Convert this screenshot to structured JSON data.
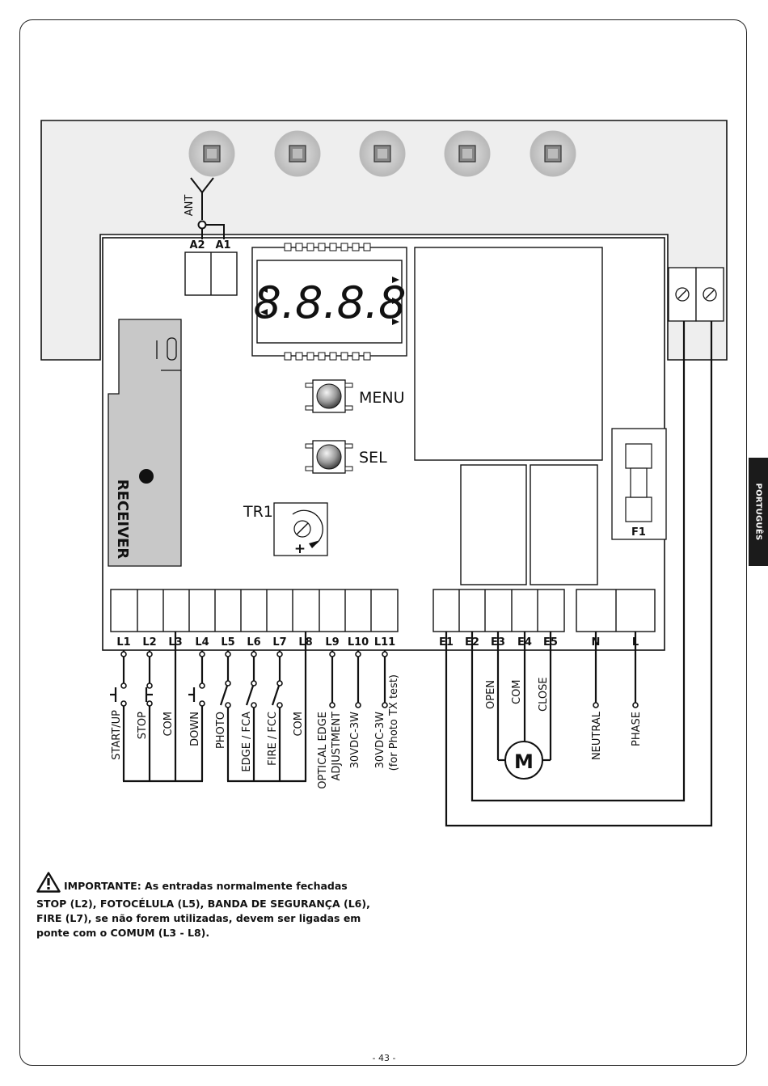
{
  "side_tab": "PORTUGUÊS",
  "antenna_label": "ANT",
  "antenna_terminals": [
    "A2",
    "A1"
  ],
  "display_digits": "8.8.8.8",
  "buttons": {
    "menu": "MENU",
    "sel": "SEL"
  },
  "trimmer_label": "TR1",
  "receiver_label": "RECEIVER",
  "fuse_label": "F1",
  "terminals_L": [
    "L1",
    "L2",
    "L3",
    "L4",
    "L5",
    "L6",
    "L7",
    "L8",
    "L9",
    "L10",
    "L11"
  ],
  "terminals_E": [
    "E1",
    "E2",
    "E3",
    "E4",
    "E5"
  ],
  "terminals_power": [
    "N",
    "L"
  ],
  "l_functions": {
    "l1": "START/UP",
    "l2": "STOP",
    "l3": "COM",
    "l4": "DOWN",
    "l5": "PHOTO",
    "l6": "EDGE / FCA",
    "l7": "FIRE / FCC",
    "l8": "COM",
    "l9_line1": "OPTICAL EDGE",
    "l9_line2": "ADJUSTMENT",
    "l10": "30VDC-3W",
    "l11_line1": "30VDC-3W",
    "l11_line2": "(for Photo TX test)"
  },
  "motor": {
    "open": "OPEN",
    "com": "COM",
    "close": "CLOSE",
    "symbol": "M"
  },
  "power": {
    "neutral": "NEUTRAL",
    "phase": "PHASE"
  },
  "warning": {
    "lead": "IMPORTANTE:",
    "text": " As entradas normalmente fechadas STOP (L2), FOTOCÉLULA (L5), BANDA DE SEGURANÇA (L6), FIRE (L7), se não forem utilizadas, devem ser ligadas em ponte com o COMUM (L3 - L8)."
  },
  "page_number": "- 43 -",
  "colors": {
    "line": "#111111",
    "housing": "#eeeeee",
    "receiver": "#c8c8c8",
    "led": "#cfcfcf"
  }
}
